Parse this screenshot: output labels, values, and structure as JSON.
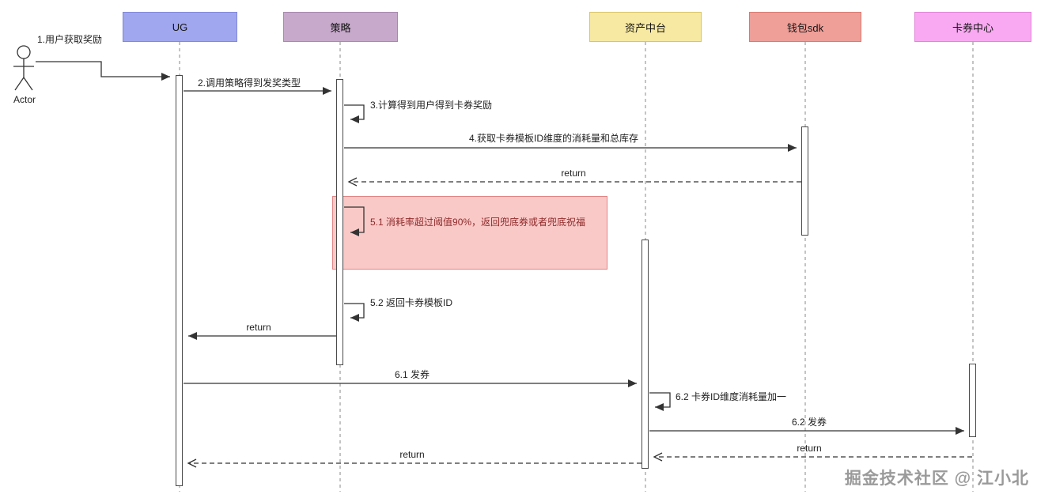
{
  "diagram": {
    "actor": {
      "label": "Actor"
    },
    "participants": [
      {
        "label": "UG",
        "fill": "#a0a7ee",
        "border": "#7f88d9"
      },
      {
        "label": "策略",
        "fill": "#c6a9cb",
        "border": "#a788ae"
      },
      {
        "label": "资产中台",
        "fill": "#f7e9a1",
        "border": "#d9c46c"
      },
      {
        "label": "钱包sdk",
        "fill": "#ef9e98",
        "border": "#d67a72"
      },
      {
        "label": "卡券中心",
        "fill": "#f9a9f2",
        "border": "#df85d6"
      }
    ],
    "messages": {
      "m1": "1.用户获取奖励",
      "m2": "2.调用策略得到发奖类型",
      "m3": "3.计算得到用户得到卡券奖励",
      "m4": "4.获取卡券模板ID维度的消耗量和总库存",
      "m5_return": "return",
      "m51": "5.1 消耗率超过阈值90%，返回兜底券或者兜底祝福",
      "m52": "5.2 返回卡券模板ID",
      "m8_return": "return",
      "m61": "6.1 发券",
      "m62_self": "6.2 卡券ID维度消耗量加一",
      "m62": "6.2 发券",
      "m12_return": "return",
      "m13_return": "return"
    },
    "highlight": {
      "fill": "#f9c9c7",
      "border": "#e08585",
      "text_color": "#8f2b2b"
    },
    "line_color": "#333333",
    "watermark": "掘金技术社区 @ 江小北"
  }
}
